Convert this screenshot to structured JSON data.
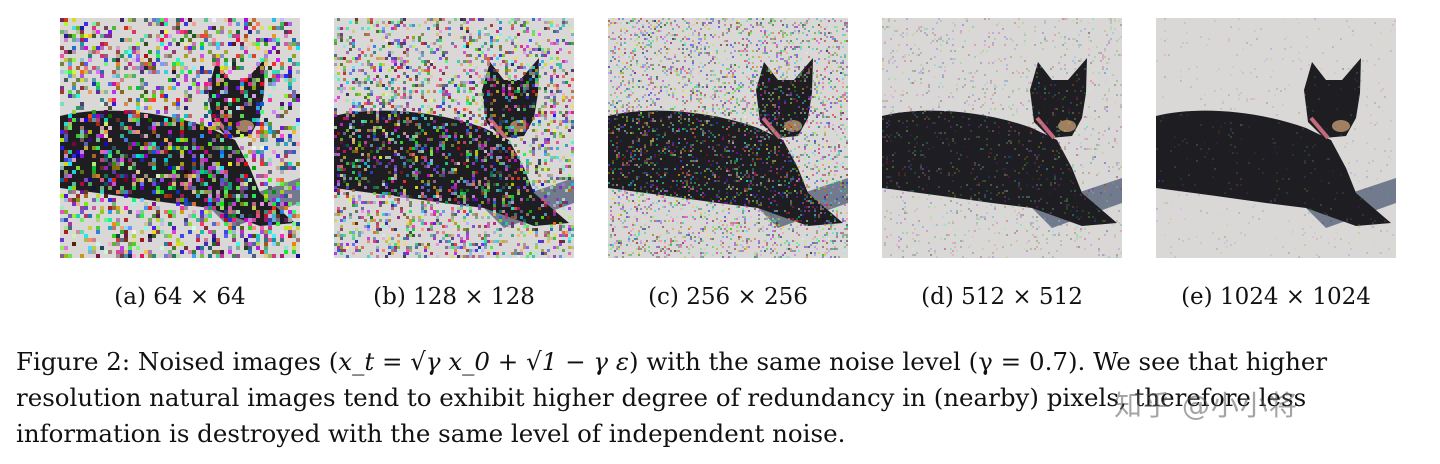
{
  "panels": [
    {
      "caption": "(a) 64 × 64",
      "noise": 0.95
    },
    {
      "caption": "(b) 128 × 128",
      "noise": 0.7
    },
    {
      "caption": "(c) 256 × 256",
      "noise": 0.45
    },
    {
      "caption": "(d) 512 × 512",
      "noise": 0.18
    },
    {
      "caption": "(e) 1024 × 1024",
      "noise": 0.06
    }
  ],
  "figure_caption": {
    "prefix": "Figure 2: Noised images (",
    "formula": "x_t = √γ x_0 + √1 − γ ε",
    "suffix1": ") with the same noise level (γ = 0.7). We see that higher",
    "line2": "resolution natural images tend to exhibit higher degree of redundancy in (nearby) pixels, therefore less",
    "line3": "information is destroyed with the same level of independent noise."
  },
  "watermark": "知乎 @小小将",
  "colors": {
    "snow": "#d9d8d6",
    "dog": "#1e1e22",
    "shadow": "#56647a",
    "collar": "#c46a7a"
  }
}
